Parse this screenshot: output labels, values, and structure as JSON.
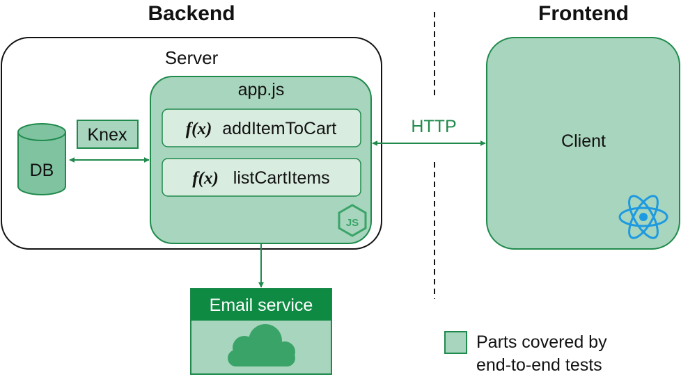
{
  "headings": {
    "backend": "Backend",
    "frontend": "Frontend"
  },
  "server": {
    "label": "Server"
  },
  "app": {
    "label": "app.js",
    "functions": [
      {
        "prefix": "f(x)",
        "name": "addItemToCart"
      },
      {
        "prefix": "f(x)",
        "name": "listCartItems"
      }
    ],
    "badge_text": "JS"
  },
  "db": {
    "label": "DB"
  },
  "knex": {
    "label": "Knex"
  },
  "http": {
    "label": "HTTP"
  },
  "client": {
    "label": "Client"
  },
  "email": {
    "label": "Email service"
  },
  "legend": {
    "line1": "Parts covered by",
    "line2": "end-to-end tests"
  },
  "colors": {
    "covered_fill": "#a8d5bd",
    "covered_stroke": "#1f8a4c",
    "fn_fill": "#d8ecdf",
    "email_header": "#0f8a43",
    "cloud": "#3aa468",
    "react_blue": "#1e9ae0",
    "arrow": "#1f8a4c"
  },
  "icons": [
    "nodejs-icon",
    "react-icon",
    "cloud-icon"
  ]
}
